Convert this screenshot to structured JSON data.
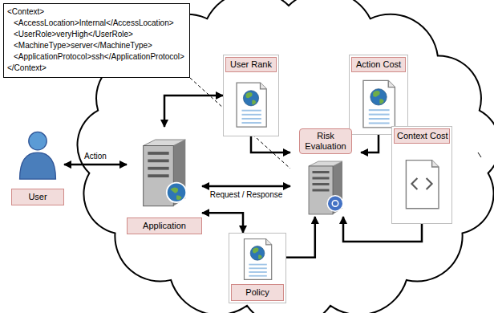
{
  "diagram": {
    "nodes": [
      {
        "text": [
          "<Context>",
          "<AccessLocation>Internal</AccessLocation>",
          "<UserRole>veryHigh</UserRole>",
          "<MachineType>server</MachineType>",
          "<ApplicationProtocol>ssh</ApplicationProtocol>",
          "</Context>"
        ]
      },
      {
        "text": [
          "User Rank"
        ]
      },
      {
        "text": [
          "Action Cost"
        ]
      },
      {
        "text": [
          "Risk Evaluation"
        ]
      },
      {
        "text": [
          "User"
        ]
      },
      {
        "text": [
          "Application"
        ]
      },
      {
        "text": [
          "Context Cost"
        ]
      },
      {
        "text": [
          "Policy"
        ]
      }
    ],
    "edges": [
      {
        "from": 4,
        "to": 5,
        "label": "Action",
        "arrow": "both"
      },
      {
        "from": 5,
        "to": 1,
        "arrow": "both"
      },
      {
        "from": 0,
        "to": 3,
        "arrow": "none"
      },
      {
        "from": 1,
        "to": 3,
        "arrow": "to"
      },
      {
        "from": 5,
        "to": 3,
        "label": "Request / Response",
        "arrow": "both"
      },
      {
        "from": 5,
        "to": 7,
        "arrow": "both"
      },
      {
        "from": 2,
        "to": 3,
        "arrow": "to"
      },
      {
        "from": 6,
        "to": 3,
        "arrow": "to"
      },
      {
        "from": 7,
        "to": 3,
        "arrow": "to"
      }
    ]
  }
}
